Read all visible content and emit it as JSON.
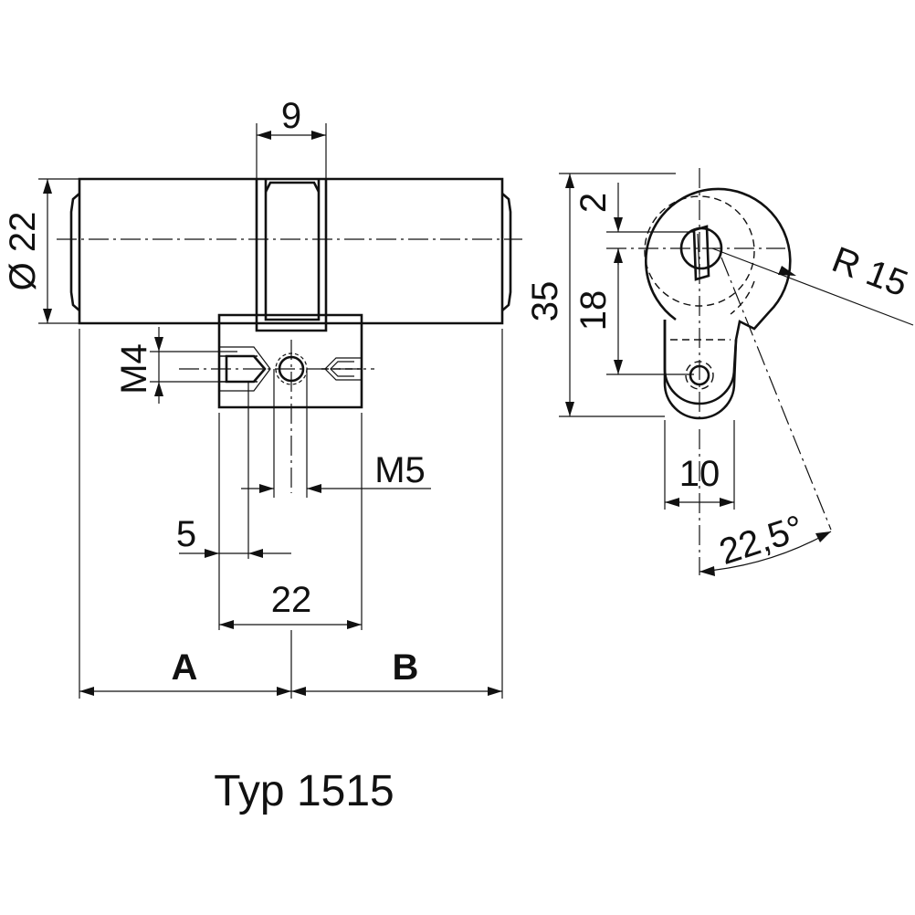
{
  "colors": {
    "ink": "#111111",
    "background": "#ffffff"
  },
  "labels": {
    "diameter": "Ø 22",
    "cam_width": "9",
    "m4": "M4",
    "m5": "M5",
    "dim_5": "5",
    "dim_22": "22",
    "dim_A": "A",
    "dim_B": "B",
    "dim_2": "2",
    "dim_35": "35",
    "dim_18": "18",
    "dim_10": "10",
    "radius": "R 15",
    "angle": "22,5°"
  },
  "title": "Typ 1515"
}
